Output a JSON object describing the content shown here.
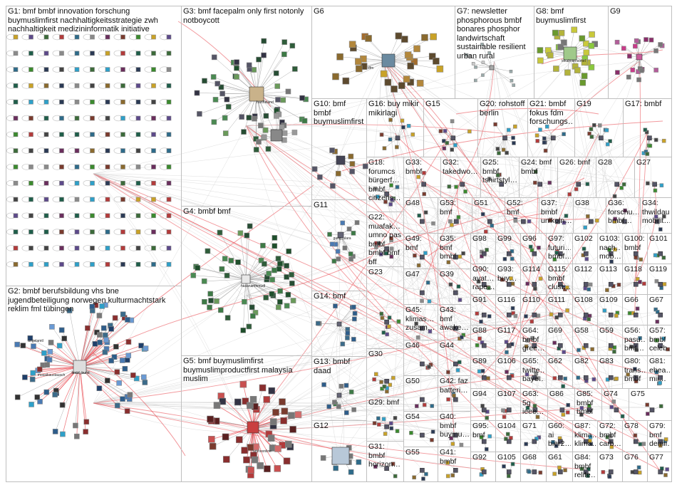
{
  "graph": {
    "edge_color": "#c8c8c8",
    "highlight_edge_color": "#e8434a",
    "box_border_color": "#bfbfbf",
    "groups": [
      {
        "id": "G1",
        "label": "G1: bmf bmbf innovation forschung buymuslimfirst nachhaltigkeitsstrategie zwh nachhaltigkeit medizininformatik initiative"
      },
      {
        "id": "G2",
        "label": "G2: bmbf berufsbildung vhs bne jugendbeteiligung norwegen kulturmachtstark reklim fml tübingen"
      },
      {
        "id": "G3",
        "label": "G3: bmf facepalm only first notonly notboycott"
      },
      {
        "id": "G4",
        "label": "G4: bmbf bmf"
      },
      {
        "id": "G5",
        "label": "G5: bmf buymuslimfirst buymuslimproductfirst malaysia muslim"
      },
      {
        "id": "G6",
        "label": "G6"
      },
      {
        "id": "G7",
        "label": "G7: newsletter phosphorous bmbf bonares phosphor landwirtschaft sustainable resilient urban rural"
      },
      {
        "id": "G8",
        "label": "G8: bmf buymuslimfirst"
      },
      {
        "id": "G9",
        "label": "G9"
      },
      {
        "id": "G10",
        "label": "G10: bmf bmbf buymuslimfirst"
      },
      {
        "id": "G11",
        "label": "G11"
      },
      {
        "id": "G12",
        "label": "G12"
      },
      {
        "id": "G13",
        "label": "G13: bmbf daad"
      },
      {
        "id": "G14",
        "label": "G14: bmf"
      },
      {
        "id": "G15",
        "label": "G15"
      },
      {
        "id": "G16",
        "label": "G16: buy mikir mikirlagi"
      },
      {
        "id": "G17",
        "label": "G17: bmbf"
      },
      {
        "id": "G18",
        "label": "G18: forumcs bürgerf… bmbf citizens…"
      },
      {
        "id": "G19",
        "label": "G19"
      },
      {
        "id": "G20",
        "label": "G20: rohstoff berlin"
      },
      {
        "id": "G21",
        "label": "G21: bmbf fokus fdm forschungs…"
      },
      {
        "id": "G22",
        "label": "G22: muafak… umno pas bmbf bmbf bmf bff"
      },
      {
        "id": "G23",
        "label": "G23"
      },
      {
        "id": "G24",
        "label": "G24: bmf bmbf"
      },
      {
        "id": "G25",
        "label": "G25: bmbf tshirtstyl…"
      },
      {
        "id": "G26",
        "label": "G26: bmf"
      },
      {
        "id": "G27",
        "label": "G27"
      },
      {
        "id": "G28",
        "label": "G28"
      },
      {
        "id": "G29",
        "label": "G29: bmf"
      },
      {
        "id": "G30",
        "label": "G30"
      },
      {
        "id": "G31",
        "label": "G31: bmbf horizon…"
      },
      {
        "id": "G32",
        "label": "G32: takedwo…"
      },
      {
        "id": "G33",
        "label": "G33: bmbf"
      },
      {
        "id": "G34",
        "label": "G34: thwildau mobilit…"
      },
      {
        "id": "G35",
        "label": "G35: bmf bmbf"
      },
      {
        "id": "G36",
        "label": "G36: forschu… bmbf…"
      },
      {
        "id": "G37",
        "label": "G37: bmbf unikoln…"
      },
      {
        "id": "G38",
        "label": "G38"
      },
      {
        "id": "G39",
        "label": "G39"
      },
      {
        "id": "G40",
        "label": "G40: bmbf buymu…"
      },
      {
        "id": "G41",
        "label": "G41: bmbf"
      },
      {
        "id": "G42",
        "label": "G42: faz batteri…"
      },
      {
        "id": "G43",
        "label": "G43: bmf awake…"
      },
      {
        "id": "G44",
        "label": "G44"
      },
      {
        "id": "G45",
        "label": "G45: klimas… zusam…"
      },
      {
        "id": "G46",
        "label": "G46"
      },
      {
        "id": "G47",
        "label": "G47"
      },
      {
        "id": "G48",
        "label": "G48"
      },
      {
        "id": "G49",
        "label": "G49: bmf"
      },
      {
        "id": "G50",
        "label": "G50"
      },
      {
        "id": "G51",
        "label": "G51"
      },
      {
        "id": "G52",
        "label": "G52: bmf"
      },
      {
        "id": "G53",
        "label": "G53: bmf"
      },
      {
        "id": "G54",
        "label": "G54"
      },
      {
        "id": "G55",
        "label": "G55"
      },
      {
        "id": "G56",
        "label": "G56: pasu… bmf…"
      },
      {
        "id": "G57",
        "label": "G57: bmbf celeb…"
      },
      {
        "id": "G58",
        "label": "G58"
      },
      {
        "id": "G59",
        "label": "G59"
      },
      {
        "id": "G60",
        "label": "G60: ai bier2…"
      },
      {
        "id": "G61",
        "label": "G61"
      },
      {
        "id": "G62",
        "label": "G62"
      },
      {
        "id": "G63",
        "label": "G63: 5g ieee…"
      },
      {
        "id": "G64",
        "label": "G64: bmbf gree…"
      },
      {
        "id": "G65",
        "label": "G65: twitte… baye…"
      },
      {
        "id": "G66",
        "label": "G66"
      },
      {
        "id": "G67",
        "label": "G67"
      },
      {
        "id": "G68",
        "label": "G68"
      },
      {
        "id": "G69",
        "label": "G69"
      },
      {
        "id": "G71",
        "label": "G71"
      },
      {
        "id": "G72",
        "label": "G72: bmbf carb…"
      },
      {
        "id": "G73",
        "label": "G73"
      },
      {
        "id": "G74",
        "label": "G74"
      },
      {
        "id": "G75",
        "label": "G75"
      },
      {
        "id": "G76",
        "label": "G76"
      },
      {
        "id": "G77",
        "label": "G77"
      },
      {
        "id": "G78",
        "label": "G78"
      },
      {
        "id": "G79",
        "label": "G79: bmf demii…"
      },
      {
        "id": "G80",
        "label": "G80: trans… bmbf"
      },
      {
        "id": "G81",
        "label": "G81: ehea… mii…"
      },
      {
        "id": "G82",
        "label": "G82"
      },
      {
        "id": "G83",
        "label": "G83"
      },
      {
        "id": "G84",
        "label": "G84: bmbf relife…"
      },
      {
        "id": "G85",
        "label": "G85: bmbf bmbf"
      },
      {
        "id": "G86",
        "label": "G86"
      },
      {
        "id": "G87",
        "label": "G87: klima… klima…"
      },
      {
        "id": "G88",
        "label": "G88"
      },
      {
        "id": "G89",
        "label": "G89"
      },
      {
        "id": "G90",
        "label": "G90: avat… rape…"
      },
      {
        "id": "G91",
        "label": "G91"
      },
      {
        "id": "G92",
        "label": "G92"
      },
      {
        "id": "G93",
        "label": "G93: buy…"
      },
      {
        "id": "G94",
        "label": "G94"
      },
      {
        "id": "G95",
        "label": "G95: bmf"
      },
      {
        "id": "G96",
        "label": "G96"
      },
      {
        "id": "G97",
        "label": "G97: futuri… bmbf…"
      },
      {
        "id": "G98",
        "label": "G98"
      },
      {
        "id": "G99",
        "label": "G99"
      },
      {
        "id": "G100",
        "label": "G100: bmbf"
      },
      {
        "id": "G101",
        "label": "G101"
      },
      {
        "id": "G102",
        "label": "G102"
      },
      {
        "id": "G103",
        "label": "G103: nach… mob…"
      },
      {
        "id": "G104",
        "label": "G104"
      },
      {
        "id": "G105",
        "label": "G105"
      },
      {
        "id": "G106",
        "label": "G106"
      },
      {
        "id": "G107",
        "label": "G107"
      },
      {
        "id": "G108",
        "label": "G108"
      },
      {
        "id": "G109",
        "label": "G109"
      },
      {
        "id": "G110",
        "label": "G110"
      },
      {
        "id": "G111",
        "label": "G111"
      },
      {
        "id": "G112",
        "label": "G112"
      },
      {
        "id": "G113",
        "label": "G113"
      },
      {
        "id": "G114",
        "label": "G114"
      },
      {
        "id": "G115",
        "label": "G115: bmbf clust…"
      },
      {
        "id": "G116",
        "label": "G116"
      },
      {
        "id": "G117",
        "label": "G117"
      },
      {
        "id": "G118",
        "label": "G118"
      },
      {
        "id": "G119",
        "label": "G119"
      }
    ],
    "node_labels": [
      {
        "id": "n1",
        "text": "hartheland\nmad77"
      },
      {
        "id": "n2",
        "text": "hasanamhmudl"
      },
      {
        "id": "n3",
        "text": "bmbf_bund"
      },
      {
        "id": "n4",
        "text": "angelamtl"
      },
      {
        "id": "n5",
        "text": "mosaikaustausch"
      },
      {
        "id": "n6",
        "text": "umnoonline"
      },
      {
        "id": "n7",
        "text": "lokalmorrisonel"
      },
      {
        "id": "n8",
        "text": "dfm"
      },
      {
        "id": "n9",
        "text": "gang_ulara"
      }
    ]
  }
}
